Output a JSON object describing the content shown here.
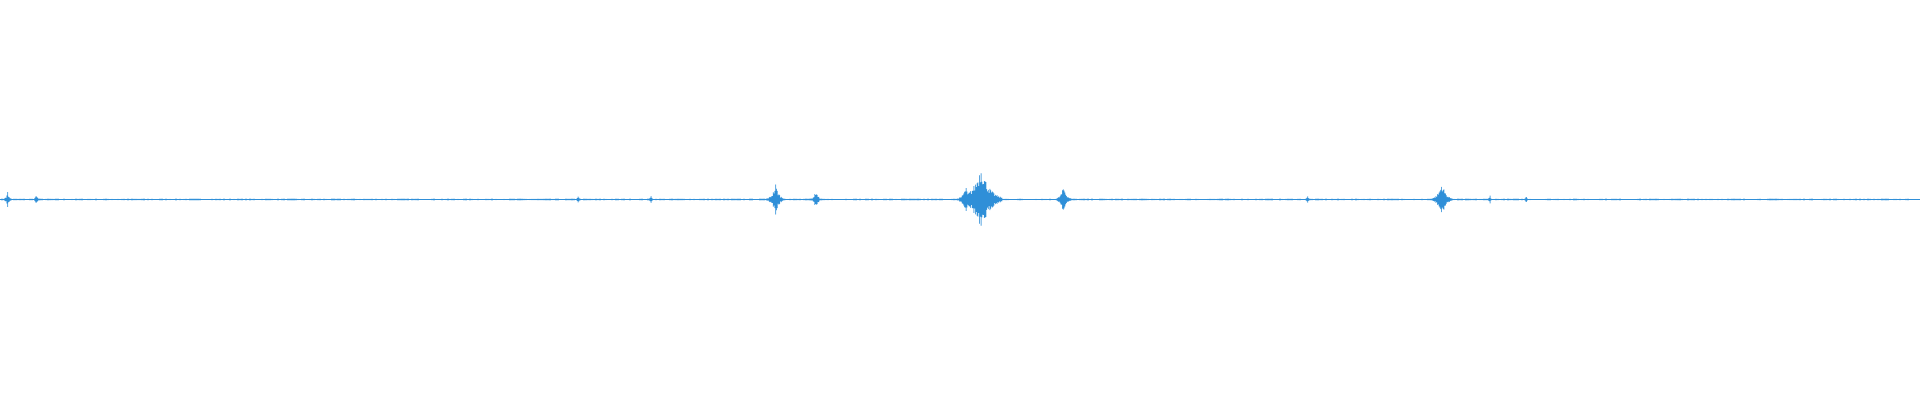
{
  "waveform": {
    "color": "#2f8fd8",
    "background": "#ffffff",
    "direction": "horizontal",
    "peaks": [
      {
        "t": 0.004,
        "amp": 0.02
      },
      {
        "t": 0.019,
        "amp": 0.015
      },
      {
        "t": 0.301,
        "amp": 0.012
      },
      {
        "t": 0.339,
        "amp": 0.012
      },
      {
        "t": 0.404,
        "amp": 0.04
      },
      {
        "t": 0.425,
        "amp": 0.025
      },
      {
        "t": 0.503,
        "amp": 0.035
      },
      {
        "t": 0.511,
        "amp": 0.09
      },
      {
        "t": 0.554,
        "amp": 0.035
      },
      {
        "t": 0.681,
        "amp": 0.012
      },
      {
        "t": 0.751,
        "amp": 0.045
      },
      {
        "t": 0.776,
        "amp": 0.012
      },
      {
        "t": 0.795,
        "amp": 0.01
      }
    ]
  }
}
